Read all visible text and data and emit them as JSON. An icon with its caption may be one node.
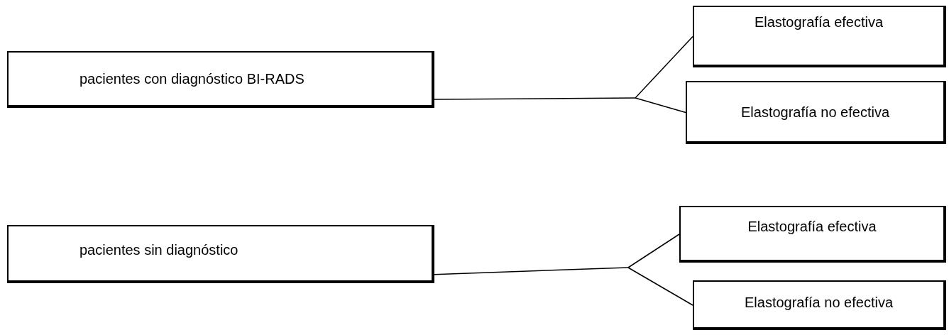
{
  "diagram": {
    "nodes": [
      {
        "text": [
          "pacientes con diagnóstico BI-RADS"
        ]
      },
      {
        "text": [
          "Elastografía efectiva"
        ]
      },
      {
        "text": [
          "Elastografía no efectiva"
        ]
      },
      {
        "text": [
          "pacientes sin diagnóstico"
        ]
      },
      {
        "text": [
          "Elastografía efectiva"
        ]
      },
      {
        "text": [
          "Elastografía no efectiva"
        ]
      }
    ],
    "edges": [
      {
        "from": 0,
        "to": 1,
        "arrow": "none"
      },
      {
        "from": 0,
        "to": 2,
        "arrow": "none"
      },
      {
        "from": 3,
        "to": 4,
        "arrow": "none"
      },
      {
        "from": 3,
        "to": 5,
        "arrow": "none"
      }
    ]
  }
}
